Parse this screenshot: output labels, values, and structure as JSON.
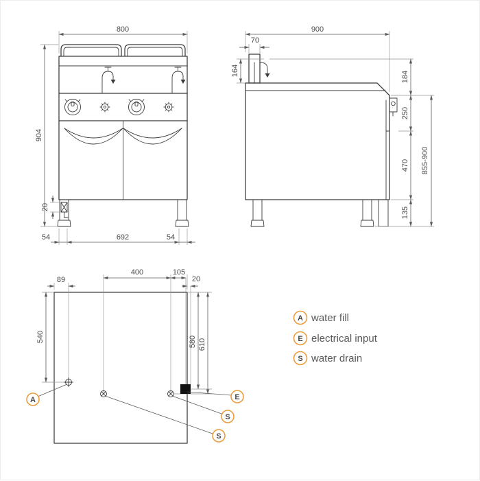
{
  "page": {
    "background": "#ffffff",
    "line_color": "#3a3a3a",
    "dim_color": "#5a5a5a",
    "accent_color": "#eb9d3d"
  },
  "front_view": {
    "dim_width": "800",
    "dim_height": "904",
    "dim_drain_height": "20",
    "dim_foot_inset_left": "54",
    "dim_foot_span": "692",
    "dim_foot_inset_right": "54"
  },
  "side_view": {
    "dim_depth": "900",
    "dim_tap_column_width": "70",
    "dim_tap_height": "164",
    "dim_splash_height": "184",
    "dim_panel_height": "250",
    "dim_body_height": "470",
    "dim_leg_height": "135",
    "dim_worktop_height": "855-900"
  },
  "plan_view": {
    "dim_fill_offset": "89",
    "dim_drain_spacing": "400",
    "dim_electrical_offset": "105",
    "dim_edge_offset": "20",
    "dim_fill_depth": "540",
    "dim_electrical_depth": "580",
    "dim_drain_depth": "610",
    "marker_water_fill": "A",
    "marker_electrical": "E",
    "marker_drain_front": "S",
    "marker_drain_rear": "S"
  },
  "legend": {
    "items": [
      {
        "symbol": "A",
        "label": "water fill"
      },
      {
        "symbol": "E",
        "label": "electrical input"
      },
      {
        "symbol": "S",
        "label": "water drain"
      }
    ]
  }
}
